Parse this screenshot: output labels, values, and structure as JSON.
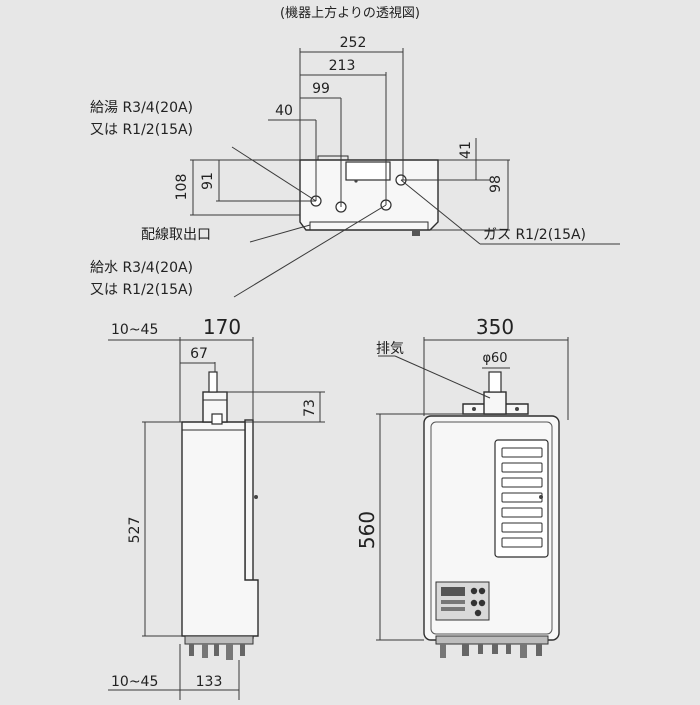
{
  "caption": "(機器上方よりの透視図)",
  "top_view": {
    "dims": {
      "w252": "252",
      "w213": "213",
      "w99": "99",
      "w40": "40",
      "h108": "108",
      "h91": "91",
      "h41": "41",
      "h98": "98"
    },
    "labels": {
      "hot_line1": "給湯 R3/4(20A)",
      "hot_line2": "又は R1/2(15A)",
      "wiring": "配線取出口",
      "water_line1": "給水 R3/4(20A)",
      "water_line2": "又は R1/2(15A)",
      "gas": "ガス R1/2(15A)"
    }
  },
  "side_view": {
    "dims": {
      "gap_top": "10~45",
      "width": "170",
      "w67": "67",
      "h73": "73",
      "height": "527",
      "gap_bottom": "10~45",
      "w133": "133"
    }
  },
  "front_view": {
    "dims": {
      "width": "350",
      "exhaust": "排気",
      "diameter": "φ60",
      "height": "560"
    }
  }
}
